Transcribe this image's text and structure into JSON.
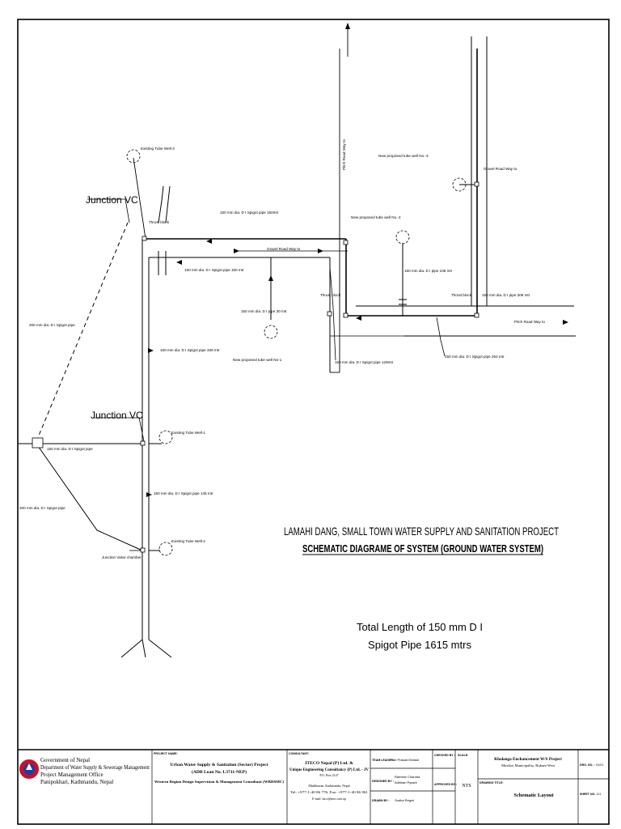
{
  "labels": {
    "junction_top": "Junction VC",
    "junction_mid": "Junction VC",
    "existing_well_3": "Existing Tube Well-3",
    "existing_well_1": "Existing Tube Well-1",
    "existing_well_2": "Existing Tube Well-2",
    "new_well_1": "New proposed tube well No-1",
    "new_well_2": "New proposed tube well No.-2",
    "new_well_3": "New proposed tube well No.-3",
    "thrust_block_1": "Thrust block",
    "thrust_block_2": "Thrust block",
    "thrust_block_3": "Thrust block",
    "pipe_150_150_top": "150 mm dia. D I Spigot pipe 150mtr",
    "pipe_150_150_mid": "150 mm dia. D I Spigot pipe 150 mtr",
    "pipe_150_30": "150 mm dia. D I pipe 30 mtr",
    "pipe_150_336": "150 mm dia. D I Spigot pipe 336 mtr",
    "pipe_150_105": "150 mm dia. D I pipe 105 mtr",
    "pipe_150_306": "150 mm dia. D I pipe 306 mtr",
    "pipe_150_129": "150 mm dia. D I Spigot pipe 129mtr",
    "pipe_150_264": "150 mm dia. D I Spigot pipe 264 mtr",
    "pipe_150_145": "150 mm dia. D I Spigot pipe 145 mtr",
    "pipe_150_left": "150 mm dia. D I Spigot pipe",
    "pipe_200_top": "200 mm dia. D I Spigot pipe",
    "pipe_200_bottom": "200 mm dia. D I Spigot pipe",
    "junction_valve_chamber": "Junction Valve chamber",
    "gravel_road_mid": "Gravel  Road Way to",
    "gravel_road_right": "Gravel  Road Way to",
    "pitch_road_vertical": "Pitch Road Way to",
    "pitch_road_right": "Pitch Road Way to"
  },
  "title": {
    "main": "LAMAHI DANG, SMALL TOWN WATER SUPPLY AND SANITATION PROJECT",
    "sub": "SCHEMATIC DIAGRAME OF SYSTEM (GROUND WATER SYSTEM)"
  },
  "total": {
    "line1": "Total Length of  150 mm  D I",
    "line2": "Spigot Pipe 1615 mtrs"
  },
  "titleblock": {
    "org_lines": [
      "Government of Nepal",
      "Department of Water Supply & Sewerage Management",
      "Project Management Office",
      "Panipokhari, Kathmandu, Nepal"
    ],
    "project_label": "PROJECT NAME:",
    "project_lines": [
      "Urban Water Supply & Sanitation (Sector) Project",
      "(ADB Loan No. L3711-NEP)",
      "Western Region Design Supervision & Management Consultant (WRDSMC)"
    ],
    "consultant_label": "CONSULTANT:",
    "consultant_lines": [
      "ITECO Nepal (P) Ltd. &",
      "Unique Engineering Consultancy (P) Ltd. - JV",
      "P.O. Box 2147",
      "Minbhawan, Kathmandu, Nepal",
      "Tel: +977-1-40 86 776, Fax: +977-1-40 86 961",
      "E-mail: itaco@mos.com.np"
    ],
    "team_leader_label": "TEAM LEADER :",
    "team_leader_value": "Hari Prasad Dhakal",
    "designed_label": "DESIGNED BY :",
    "designed_value_1": "Ramesh Chandra",
    "designed_value_2": "Adhikari Pyashi",
    "drawn_label": "DRAWN BY :",
    "drawn_value": "Sudha Regmi",
    "checked_label": "CHECKED BY :",
    "approved_label": "APPROVED BY :",
    "scale_label": "SCALE:",
    "scale_value": "NTS",
    "client_project_1": "Khalanga Enchancement W/S Project",
    "client_project_2": "Musikot Municipality, Rukum West",
    "drawing_title_label": "DRAWING TITLE:",
    "drawing_title_value": "Schematic Layout",
    "dwg_no_label": "DRG. NO. :",
    "dwg_no_value": "01/01",
    "sheet_no_label": "SHEET NO. :",
    "sheet_no_value": "1/1"
  }
}
